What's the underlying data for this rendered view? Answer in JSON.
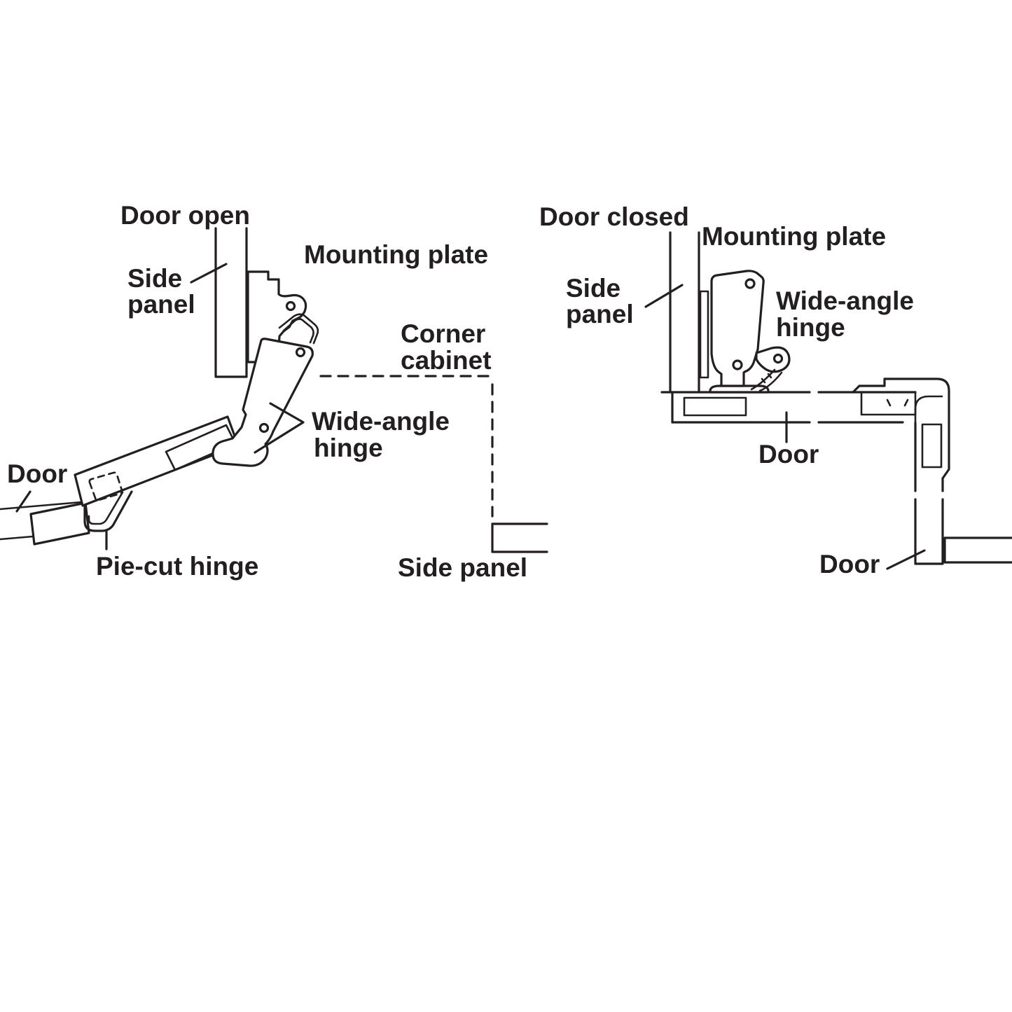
{
  "figure_title": "Corner cabinet wide-angle hinge installation diagram",
  "colors": {
    "background": "#ffffff",
    "line": "#231f20",
    "text": "#231f20"
  },
  "left": {
    "title": "Door open",
    "side_panel": [
      "Side",
      "panel"
    ],
    "mounting_plate": "Mounting plate",
    "corner_cabinet": [
      "Corner",
      "cabinet"
    ],
    "wide_angle_hinge": [
      "Wide-angle",
      "hinge"
    ],
    "door": "Door",
    "pie_cut_hinge": "Pie-cut hinge",
    "side_panel_bottom": "Side panel"
  },
  "right": {
    "title": "Door closed",
    "mounting_plate": "Mounting plate",
    "side_panel": [
      "Side",
      "panel"
    ],
    "wide_angle_hinge": [
      "Wide-angle",
      "hinge"
    ],
    "door_center": "Door",
    "door_bottom": "Door"
  }
}
